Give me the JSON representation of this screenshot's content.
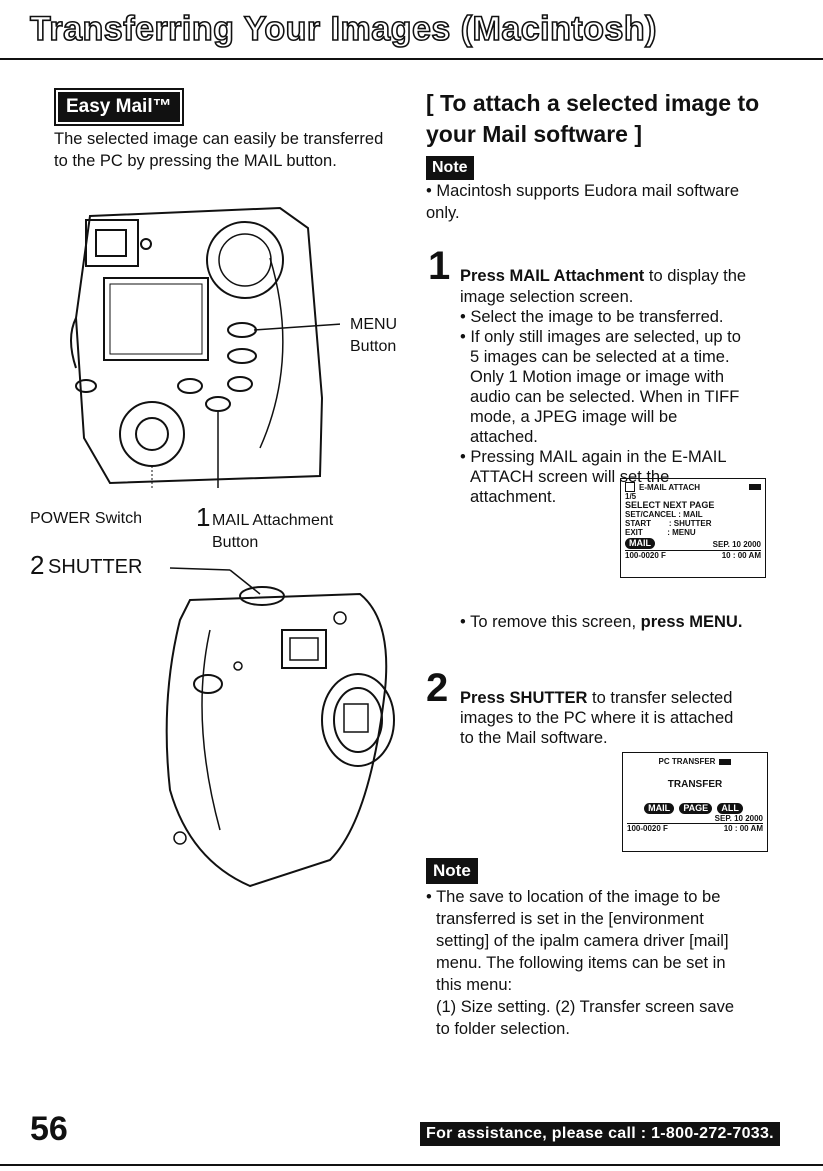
{
  "header": {
    "title": "Transferring Your Images (Macintosh)"
  },
  "left": {
    "easy_mail_tag": "Easy Mail™",
    "intro": "The selected image can easily be transferred to the PC by pressing the MAIL button.",
    "labels": {
      "menu_button_1": "MENU",
      "menu_button_2": "Button",
      "power_switch": "POWER Switch",
      "mail_attachment_num": "1",
      "mail_attachment_1": "MAIL Attachment",
      "mail_attachment_2": "Button",
      "shutter_num": "2",
      "shutter": "SHUTTER"
    }
  },
  "right": {
    "heading_line1": "[ To attach a selected image to",
    "heading_line2": "your Mail software ]",
    "note_tag": "Note",
    "note_bullet": "• Macintosh supports Eudora mail software only.",
    "step1": {
      "number": "1",
      "line1_bold": "Press MAIL Attachment",
      "line1_rest": " to display the",
      "lines": [
        "image selection screen.",
        "• Select the image to be transferred.",
        "• If only still images are selected, up to",
        "  5 images can be selected at a time.",
        "  Only 1 Motion image or image with",
        "  audio can be selected. When in TIFF",
        "  mode, a JPEG image will be",
        "  attached.",
        "• Pressing MAIL again in the E-MAIL",
        "  ATTACH screen will set the",
        "  attachment."
      ],
      "remove_text": "• To remove this screen, ",
      "remove_bold": "press MENU."
    },
    "lcd1": {
      "title": "E-MAIL ATTACH",
      "counter": "1/5",
      "select": "SELECT NEXT PAGE",
      "row1": "SET/CANCEL : MAIL",
      "row2": "START        : SHUTTER",
      "row3": "EXIT           : MENU",
      "pill": "MAIL",
      "date": "SEP. 10 2000",
      "file": "100-0020 F",
      "time": "10 : 00 AM"
    },
    "step2": {
      "number": "2",
      "line1_bold": "Press SHUTTER",
      "line1_rest": " to transfer selected",
      "lines": [
        "images to the PC where it is attached",
        "to the Mail software."
      ]
    },
    "lcd2": {
      "title": "PC TRANSFER",
      "center": "TRANSFER",
      "pills": [
        "MAIL",
        "PAGE",
        "ALL"
      ],
      "date": "SEP. 10 2000",
      "file": "100-0020 F",
      "time": "10 : 00 AM"
    },
    "note2_tag": "Note",
    "note2_lines": [
      "• The save to location of the image to be",
      "  transferred is set in the [environment",
      "  setting] of the ipalm camera driver [mail]",
      "  menu. The following items can be set in",
      "  this menu:",
      "  (1) Size setting. (2) Transfer screen save",
      "  to folder selection."
    ]
  },
  "footer": {
    "page_number": "56",
    "assistance": "For assistance, please call : 1-800-272-7033."
  }
}
